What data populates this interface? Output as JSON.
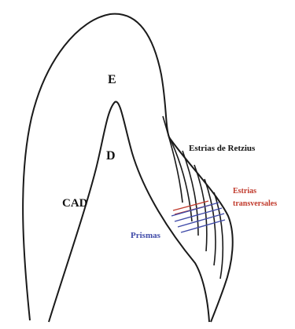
{
  "labels": {
    "enamel": "E",
    "dentin": "D",
    "cad": "CAD",
    "retzius": "Estrias de Retzius",
    "transverse_line1": "Estrias",
    "transverse_line2": "transversales",
    "prisms": "Prismas"
  },
  "colors": {
    "outline": "#1a1a1a",
    "text": "#111111",
    "transverse": "#c0392b",
    "prisms": "#3f4aa8"
  }
}
